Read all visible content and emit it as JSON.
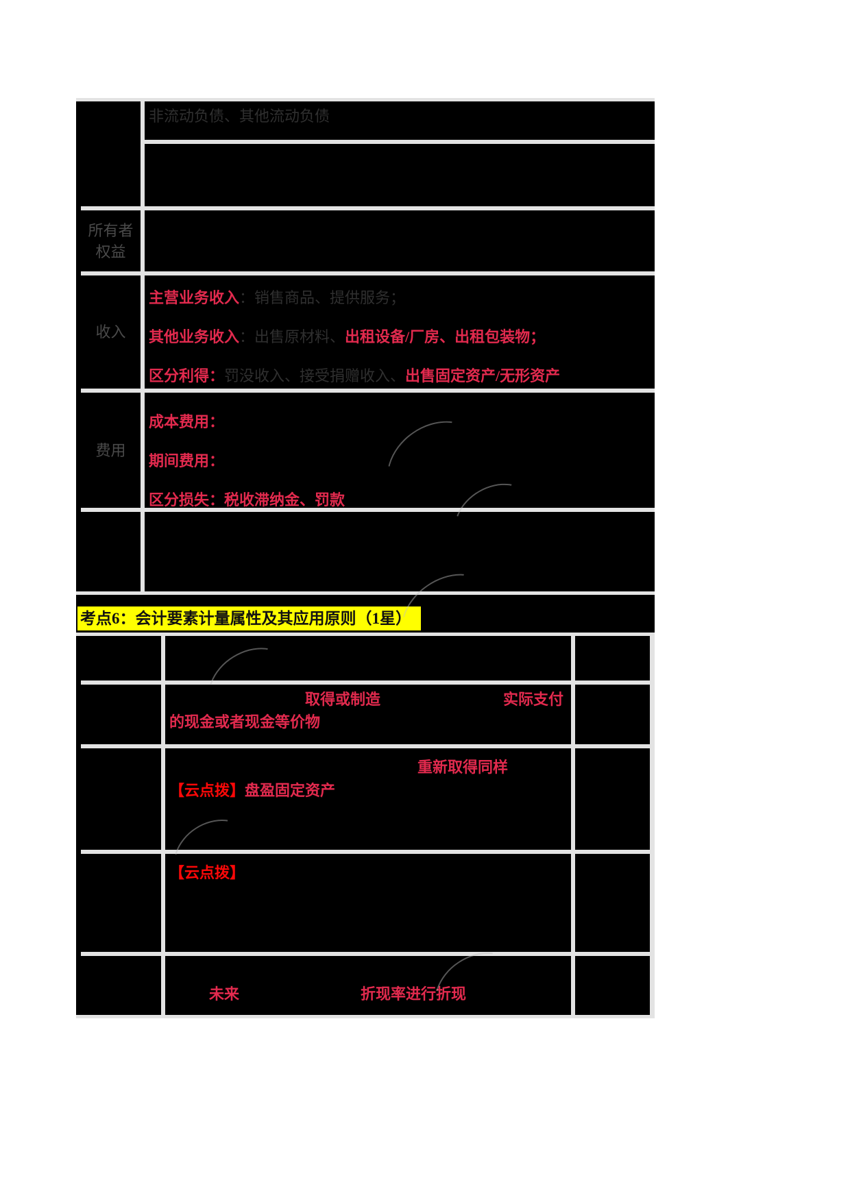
{
  "heading": {
    "text": "考点6：会计要素计量属性及其应用原则（1星）",
    "highlight_color": "#ffff00"
  },
  "colors": {
    "cell_background": "#000000",
    "gridline": "#e3e3e3",
    "key_red": "#e22a4e",
    "bright_red": "#fb0808",
    "dim_text": "#2f2f2f",
    "label_gray": "#4a4a4a",
    "heading_highlight": "#ffff00"
  },
  "table1": {
    "liability_continuation": "非流动负债、其他流动负债",
    "label_owner_equity": "所有者权益",
    "label_revenue": "收入",
    "label_expense": "费用",
    "revenue": {
      "l1_key": "主营业务收入",
      "l1_sep": "：",
      "l1_rest": "销售商品、提供服务；",
      "l2_key": "其他业务收入",
      "l2_sep": "：",
      "l2_dim": "出售原材料、",
      "l2_red": "出租设备/厂房、出租包装物；",
      "l3_key": "区分利得：",
      "l3_dim": "罚没收入、接受捐赠收入、",
      "l3_red": "出售固定资产/无形资产"
    },
    "expense": {
      "l1": "成本费用：",
      "l2": "期间费用：",
      "l3": "区分损失：税收滞纳金、罚款"
    }
  },
  "table2": {
    "row_historical_cost": {
      "frag1": "取得或制造",
      "frag2": "实际支付",
      "line2": "的现金或者现金等价物"
    },
    "row_replacement_cost": {
      "frag1": "重新取得同样",
      "tip_tag": "【云点拨】",
      "tip_rest": "盘盈固定资产"
    },
    "row_nrv": {
      "tip_tag": "【云点拨】"
    },
    "row_present_value": {
      "frag1": "未来",
      "frag2": "折现率进行折现"
    }
  }
}
